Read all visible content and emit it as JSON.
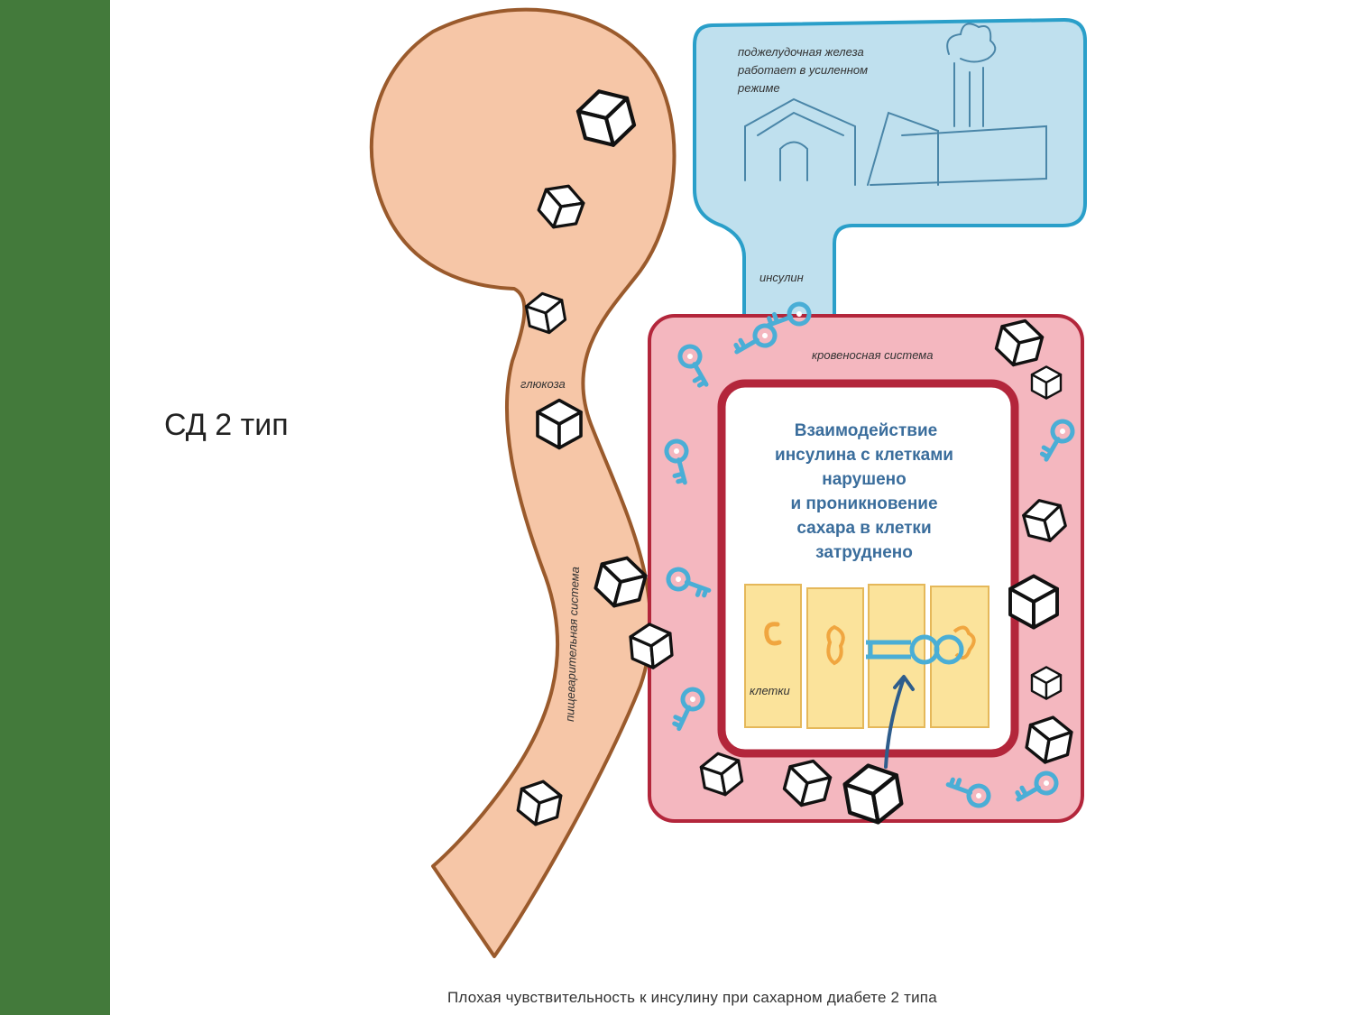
{
  "slide": {
    "title": "СД 2 тип",
    "caption": "Плохая чувствительность к инсулину при сахарном диабете 2 типа"
  },
  "diagram": {
    "pancreas_label": [
      "поджелудочная железа",
      "работает в усиленном",
      "режиме"
    ],
    "insulin_label": "инсулин",
    "blood_label": "кровеносная система",
    "glucose_label": "глюкоза",
    "digestive_label": "пищеварительная система",
    "center_text": [
      "Взаимодействие",
      "инсулина с клетками",
      "нарушено",
      "и проникновение",
      "сахара в клетки",
      "затруднено"
    ],
    "cells_label": "клетки"
  },
  "colors": {
    "side_bar": "#437a3b",
    "digestive_fill": "#f6c6a7",
    "digestive_stroke": "#9a5a2c",
    "pancreas_fill": "#bfe0ee",
    "pancreas_stroke": "#2a9fc9",
    "blood_fill": "#f4b7bf",
    "blood_stroke": "#b3263b",
    "cell_fill": "#fbe39b",
    "key_color": "#4aaed6",
    "center_text": "#3a6d9c"
  }
}
